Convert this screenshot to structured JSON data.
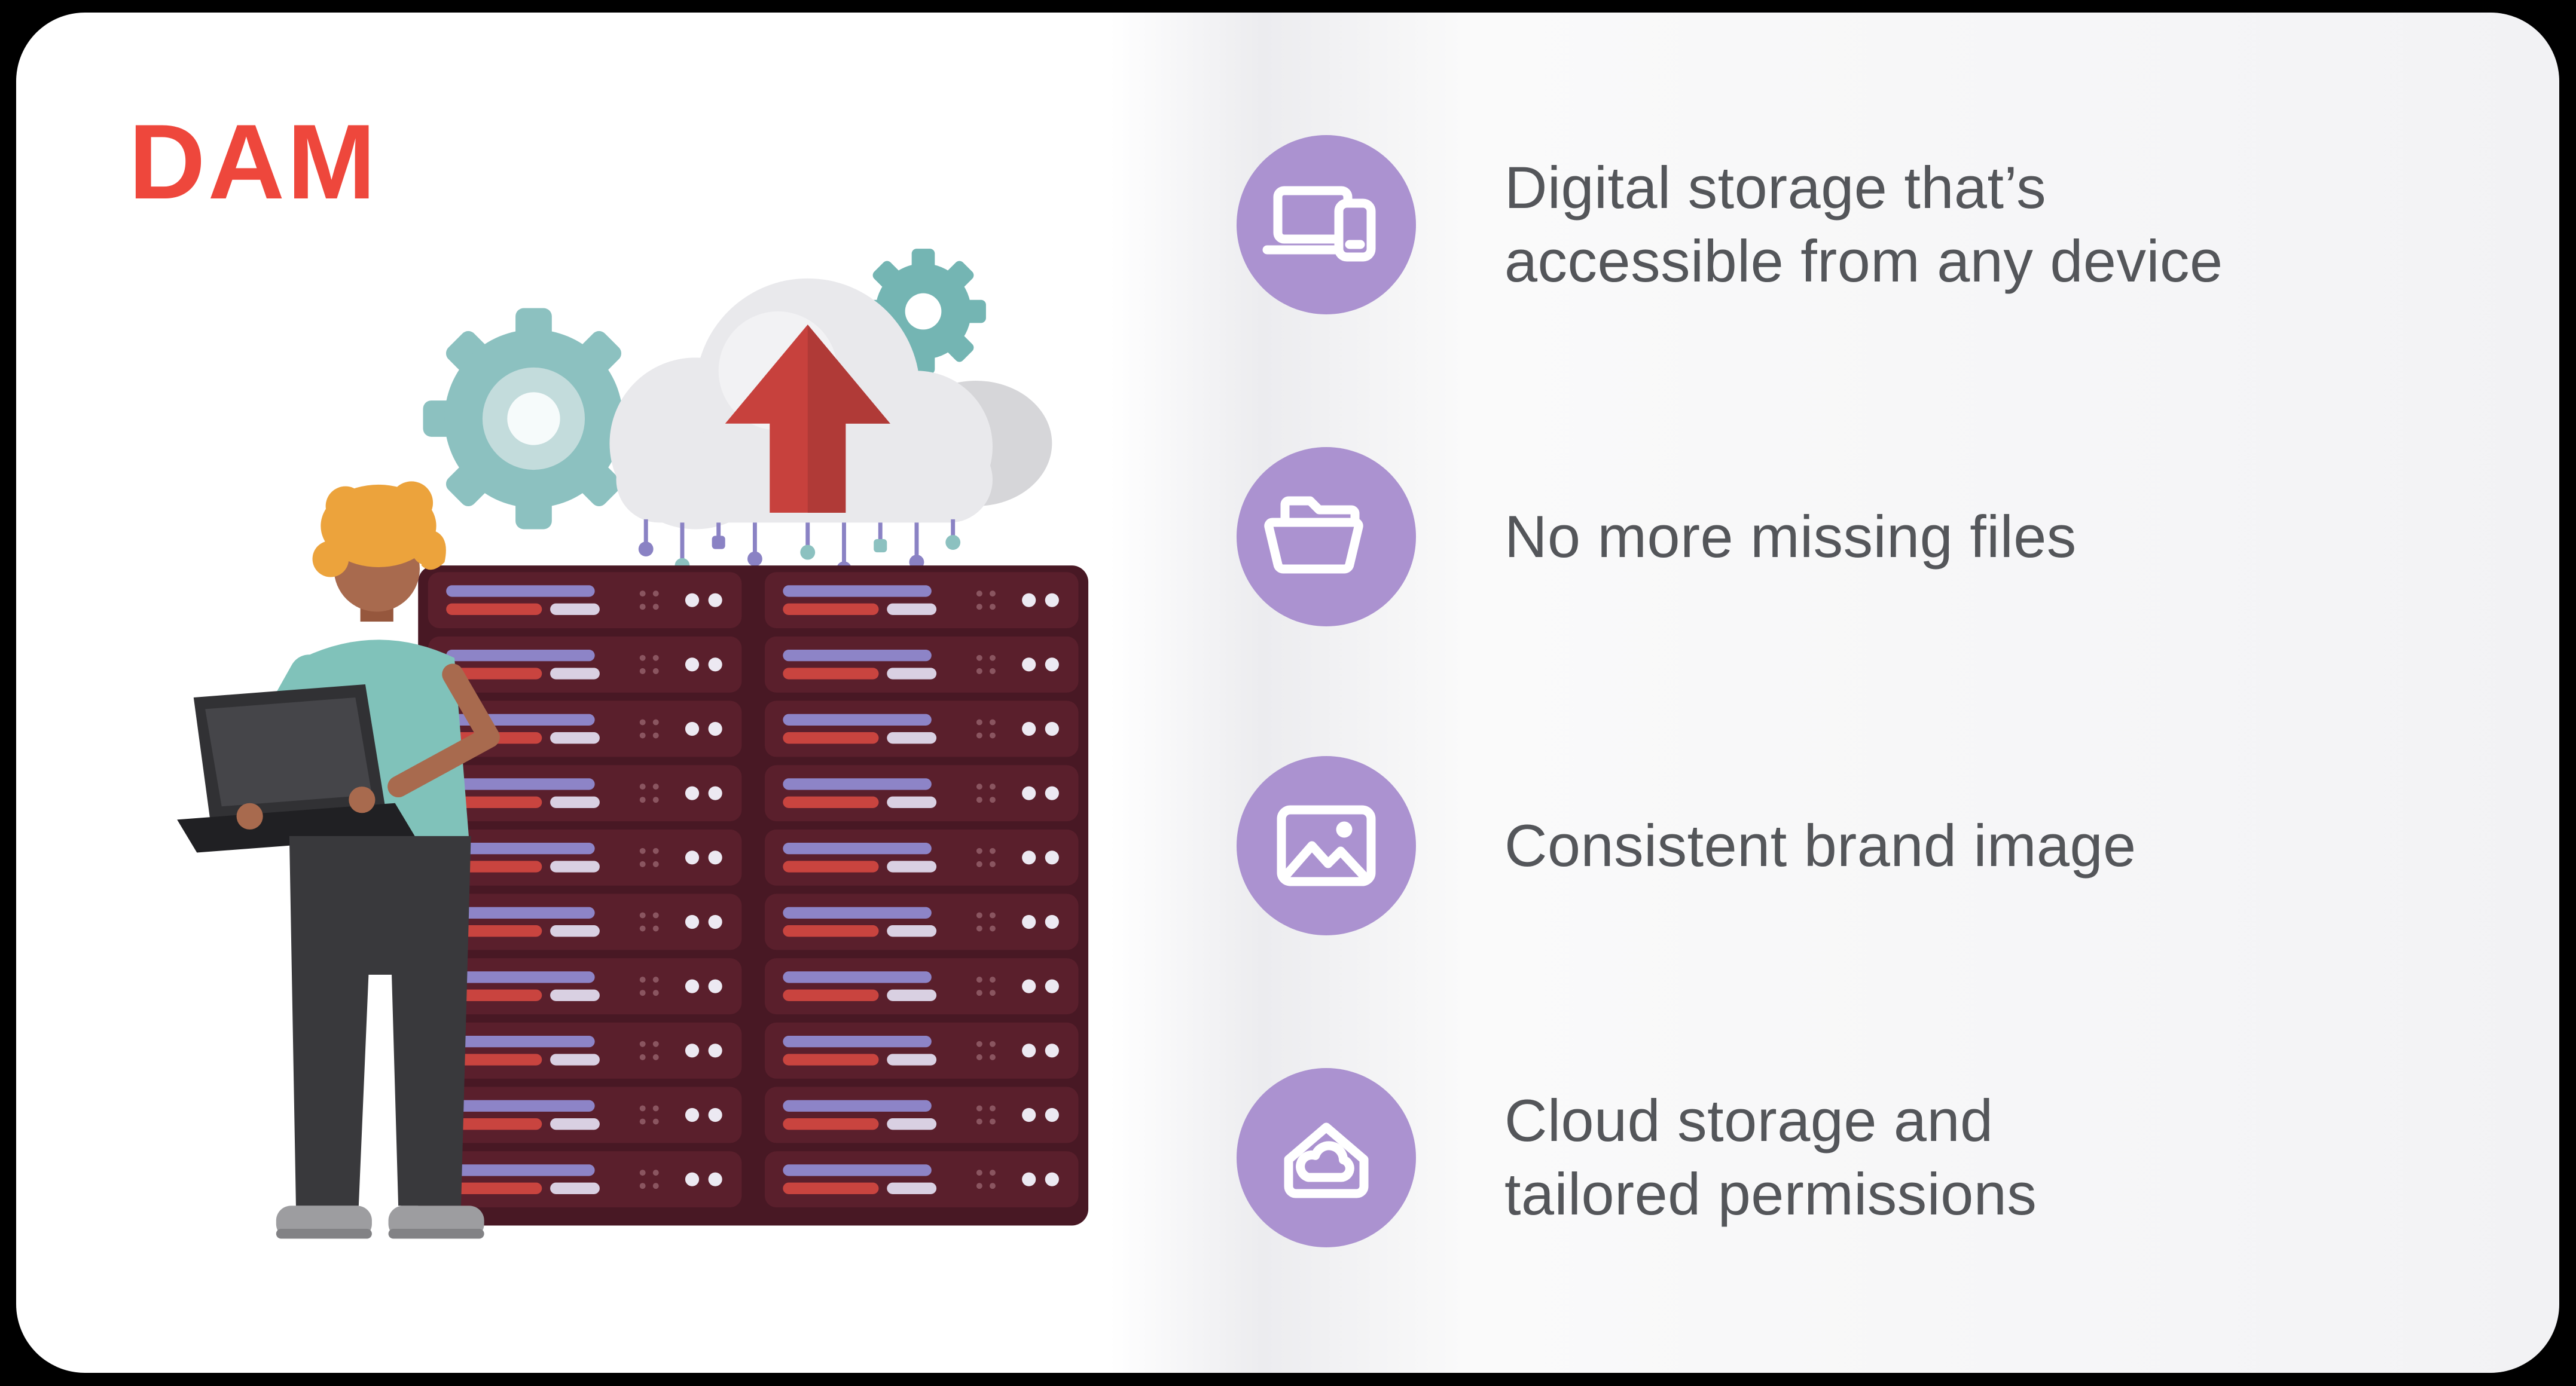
{
  "page": {
    "title": "DAM"
  },
  "features": [
    {
      "icon": "devices-icon",
      "label": "Digital storage that’s\naccessible from any device"
    },
    {
      "icon": "folder-icon",
      "label": "No more missing files"
    },
    {
      "icon": "image-icon",
      "label": "Consistent brand image"
    },
    {
      "icon": "cloud-home-icon",
      "label": "Cloud storage and\ntailored permissions"
    }
  ],
  "colors": {
    "accent-red": "#ee473c",
    "icon-purple": "#ab92d0",
    "text-gray": "#54565a",
    "teal": "#8cc1c0",
    "server-maroon": "#5a1f2c",
    "page-bg": "#000000",
    "card-bg": "#ffffff"
  }
}
